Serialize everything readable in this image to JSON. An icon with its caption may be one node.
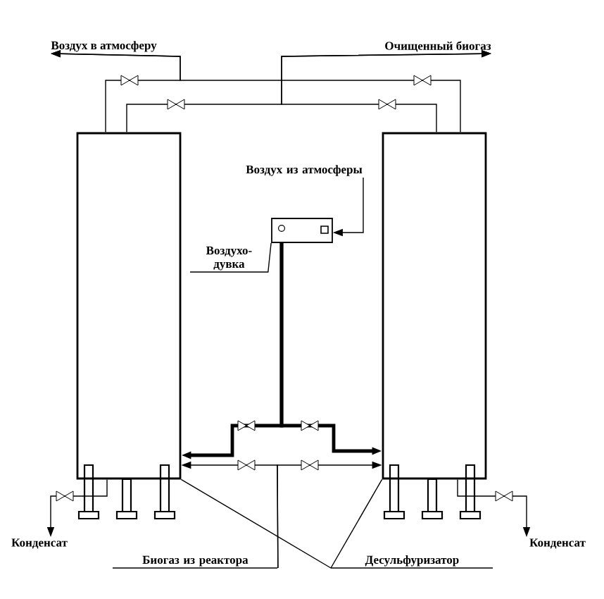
{
  "diagram": {
    "nodes": [
      {
        "text": [],
        "shape": "box"
      },
      {
        "text": [],
        "shape": "box"
      },
      {
        "text": [],
        "shape": "box"
      },
      {
        "text": [
          "Воздух в атмосферу"
        ]
      },
      {
        "text": [
          "Очищенный биогаз"
        ]
      },
      {
        "text": [
          "Воздух из атмосферы"
        ]
      },
      {
        "text": [
          "Воздухо- дувка"
        ]
      },
      {
        "text": [
          "Конденсат"
        ]
      },
      {
        "text": [
          "Конденсат"
        ]
      },
      {
        "text": [
          "Биогаз из реактора"
        ]
      },
      {
        "text": [
          "Десульфуризатор"
        ]
      }
    ],
    "edges": [
      {
        "from": 0,
        "to": 3,
        "arrow": "to"
      },
      {
        "from": 1,
        "to": 3,
        "arrow": "to"
      },
      {
        "from": 0,
        "to": 4,
        "arrow": "to"
      },
      {
        "from": 1,
        "to": 4,
        "arrow": "to"
      },
      {
        "from": 5,
        "to": 2,
        "arrow": "to"
      },
      {
        "from": 2,
        "to": 0,
        "arrow": "to",
        "style": "thick"
      },
      {
        "from": 2,
        "to": 1,
        "arrow": "to",
        "style": "thick"
      },
      {
        "from": 9,
        "to": 0,
        "arrow": "to"
      },
      {
        "from": 9,
        "to": 1,
        "arrow": "to"
      },
      {
        "from": 6,
        "to": 2,
        "arrow": "none"
      },
      {
        "from": 10,
        "to": 0,
        "arrow": "none"
      },
      {
        "from": 10,
        "to": 1,
        "arrow": "none"
      },
      {
        "from": 0,
        "to": 7,
        "arrow": "to"
      },
      {
        "from": 1,
        "to": 8,
        "arrow": "to"
      }
    ]
  }
}
